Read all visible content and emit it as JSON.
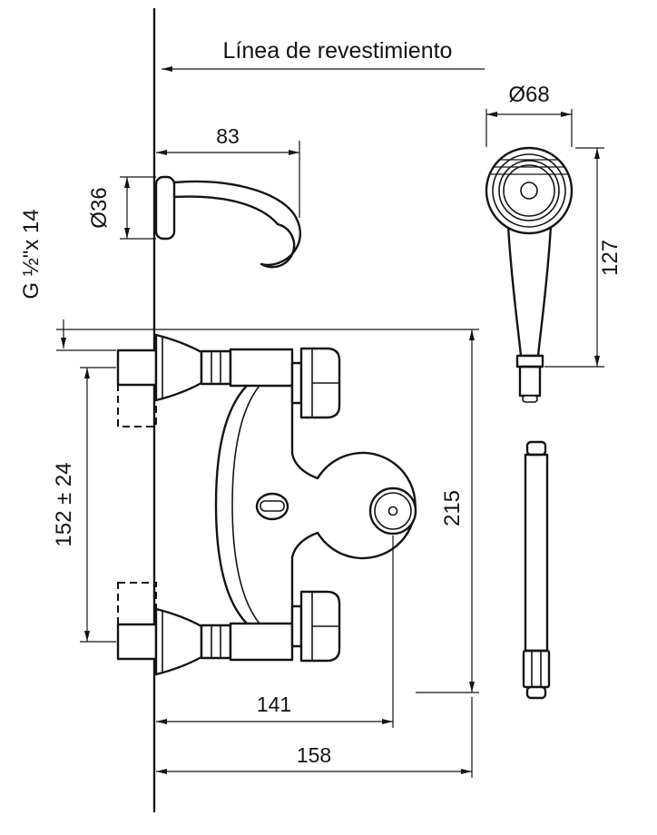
{
  "meta": {
    "ink_color": "#141414",
    "background_color": "#ffffff",
    "drawing_type": "shower-mixer-dimension-drawing"
  },
  "labels": {
    "covering_line": "Línea de revestimiento",
    "dim_head_diameter": "Ø68",
    "dim_bracket_depth": "83",
    "dim_flange_diameter": "Ø36",
    "dim_thread": "G ½\"x 14",
    "dim_head_length": "127",
    "dim_inlet_spacing": "152 ± 24",
    "dim_body_height": "215",
    "dim_outlet_offset": "141",
    "dim_overall_width": "158"
  }
}
